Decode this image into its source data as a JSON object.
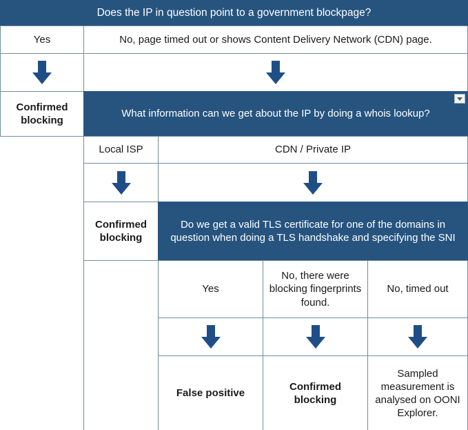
{
  "diagram": {
    "title_band": "Does the IP in question point to a government blockpage?",
    "row1": {
      "yes": "Yes",
      "no": "No, page timed out or shows Content Delivery Network (CDN) page."
    },
    "arrows_row1": {
      "left_arrow": "down-arrow-icon",
      "right_arrow": "down-arrow-icon"
    },
    "row2": {
      "confirmed_blocking": "Confirmed blocking",
      "whois_band": "What information can we get about the IP by doing a whois lookup?"
    },
    "dropdown": {
      "icon": "chevron-down-icon"
    },
    "row3": {
      "local_isp": "Local ISP",
      "cdn_private_ip": "CDN / Private IP"
    },
    "arrows_row3": {
      "left_arrow": "down-arrow-icon",
      "right_arrow": "down-arrow-icon"
    },
    "row4": {
      "confirmed_blocking": "Confirmed blocking",
      "tls_band": "Do we get a valid TLS certificate for one of the domains in question when doing a TLS handshake and specifying the SNI"
    },
    "row5": {
      "yes": "Yes",
      "blocking_fingerprints": "No, there were blocking fingerprints found.",
      "timed_out": "No, timed out"
    },
    "arrows_row5": {
      "a1": "down-arrow-icon",
      "a2": "down-arrow-icon",
      "a3": "down-arrow-icon"
    },
    "row6": {
      "false_positive": "False positive",
      "confirmed_blocking": "Confirmed blocking",
      "sampled": "Sampled measurement is analysed on OONI Explorer."
    }
  },
  "colors": {
    "band_blue": "#26547f",
    "arrow_blue": "#1f4e87",
    "border": "#6f8d9d",
    "text": "#1a1a1a",
    "band_text": "#ffffff"
  }
}
